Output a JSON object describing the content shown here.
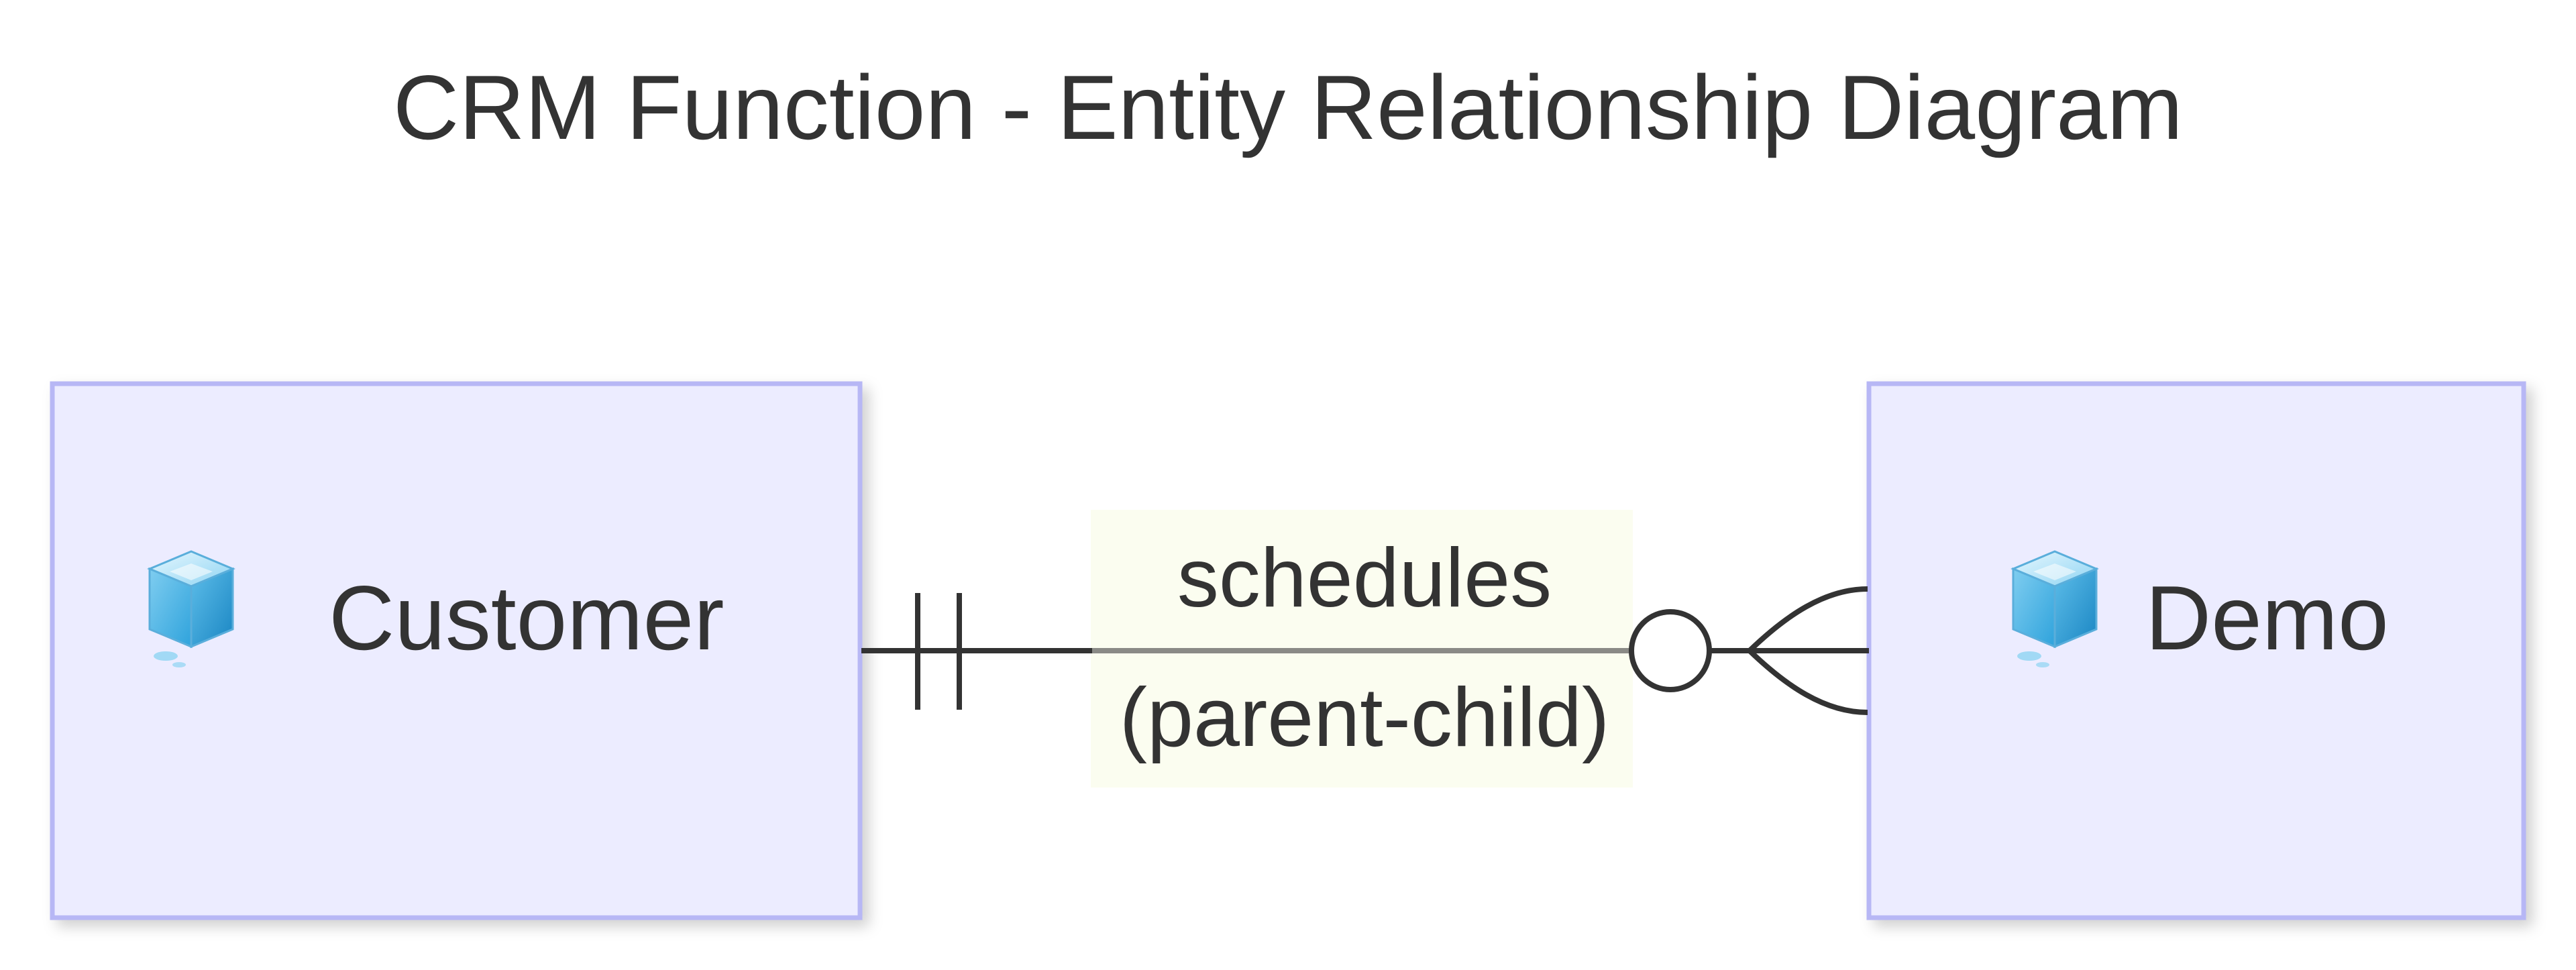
{
  "diagram": {
    "title": "CRM Function - Entity Relationship Diagram",
    "entities": [
      {
        "id": "customer",
        "label": "Customer",
        "icon": "cube-icon"
      },
      {
        "id": "demo",
        "label": "Demo",
        "icon": "cube-icon"
      }
    ],
    "relationship": {
      "from": "customer",
      "to": "demo",
      "label": "schedules",
      "sublabel": "(parent-child)",
      "from_cardinality": "exactly-one",
      "to_cardinality": "zero-or-more"
    },
    "colors": {
      "entity_fill": "#ECECFF",
      "entity_stroke": "#B7B7F5",
      "line": "#333333",
      "label_background": "#FBFDF0",
      "text": "#333333"
    }
  }
}
